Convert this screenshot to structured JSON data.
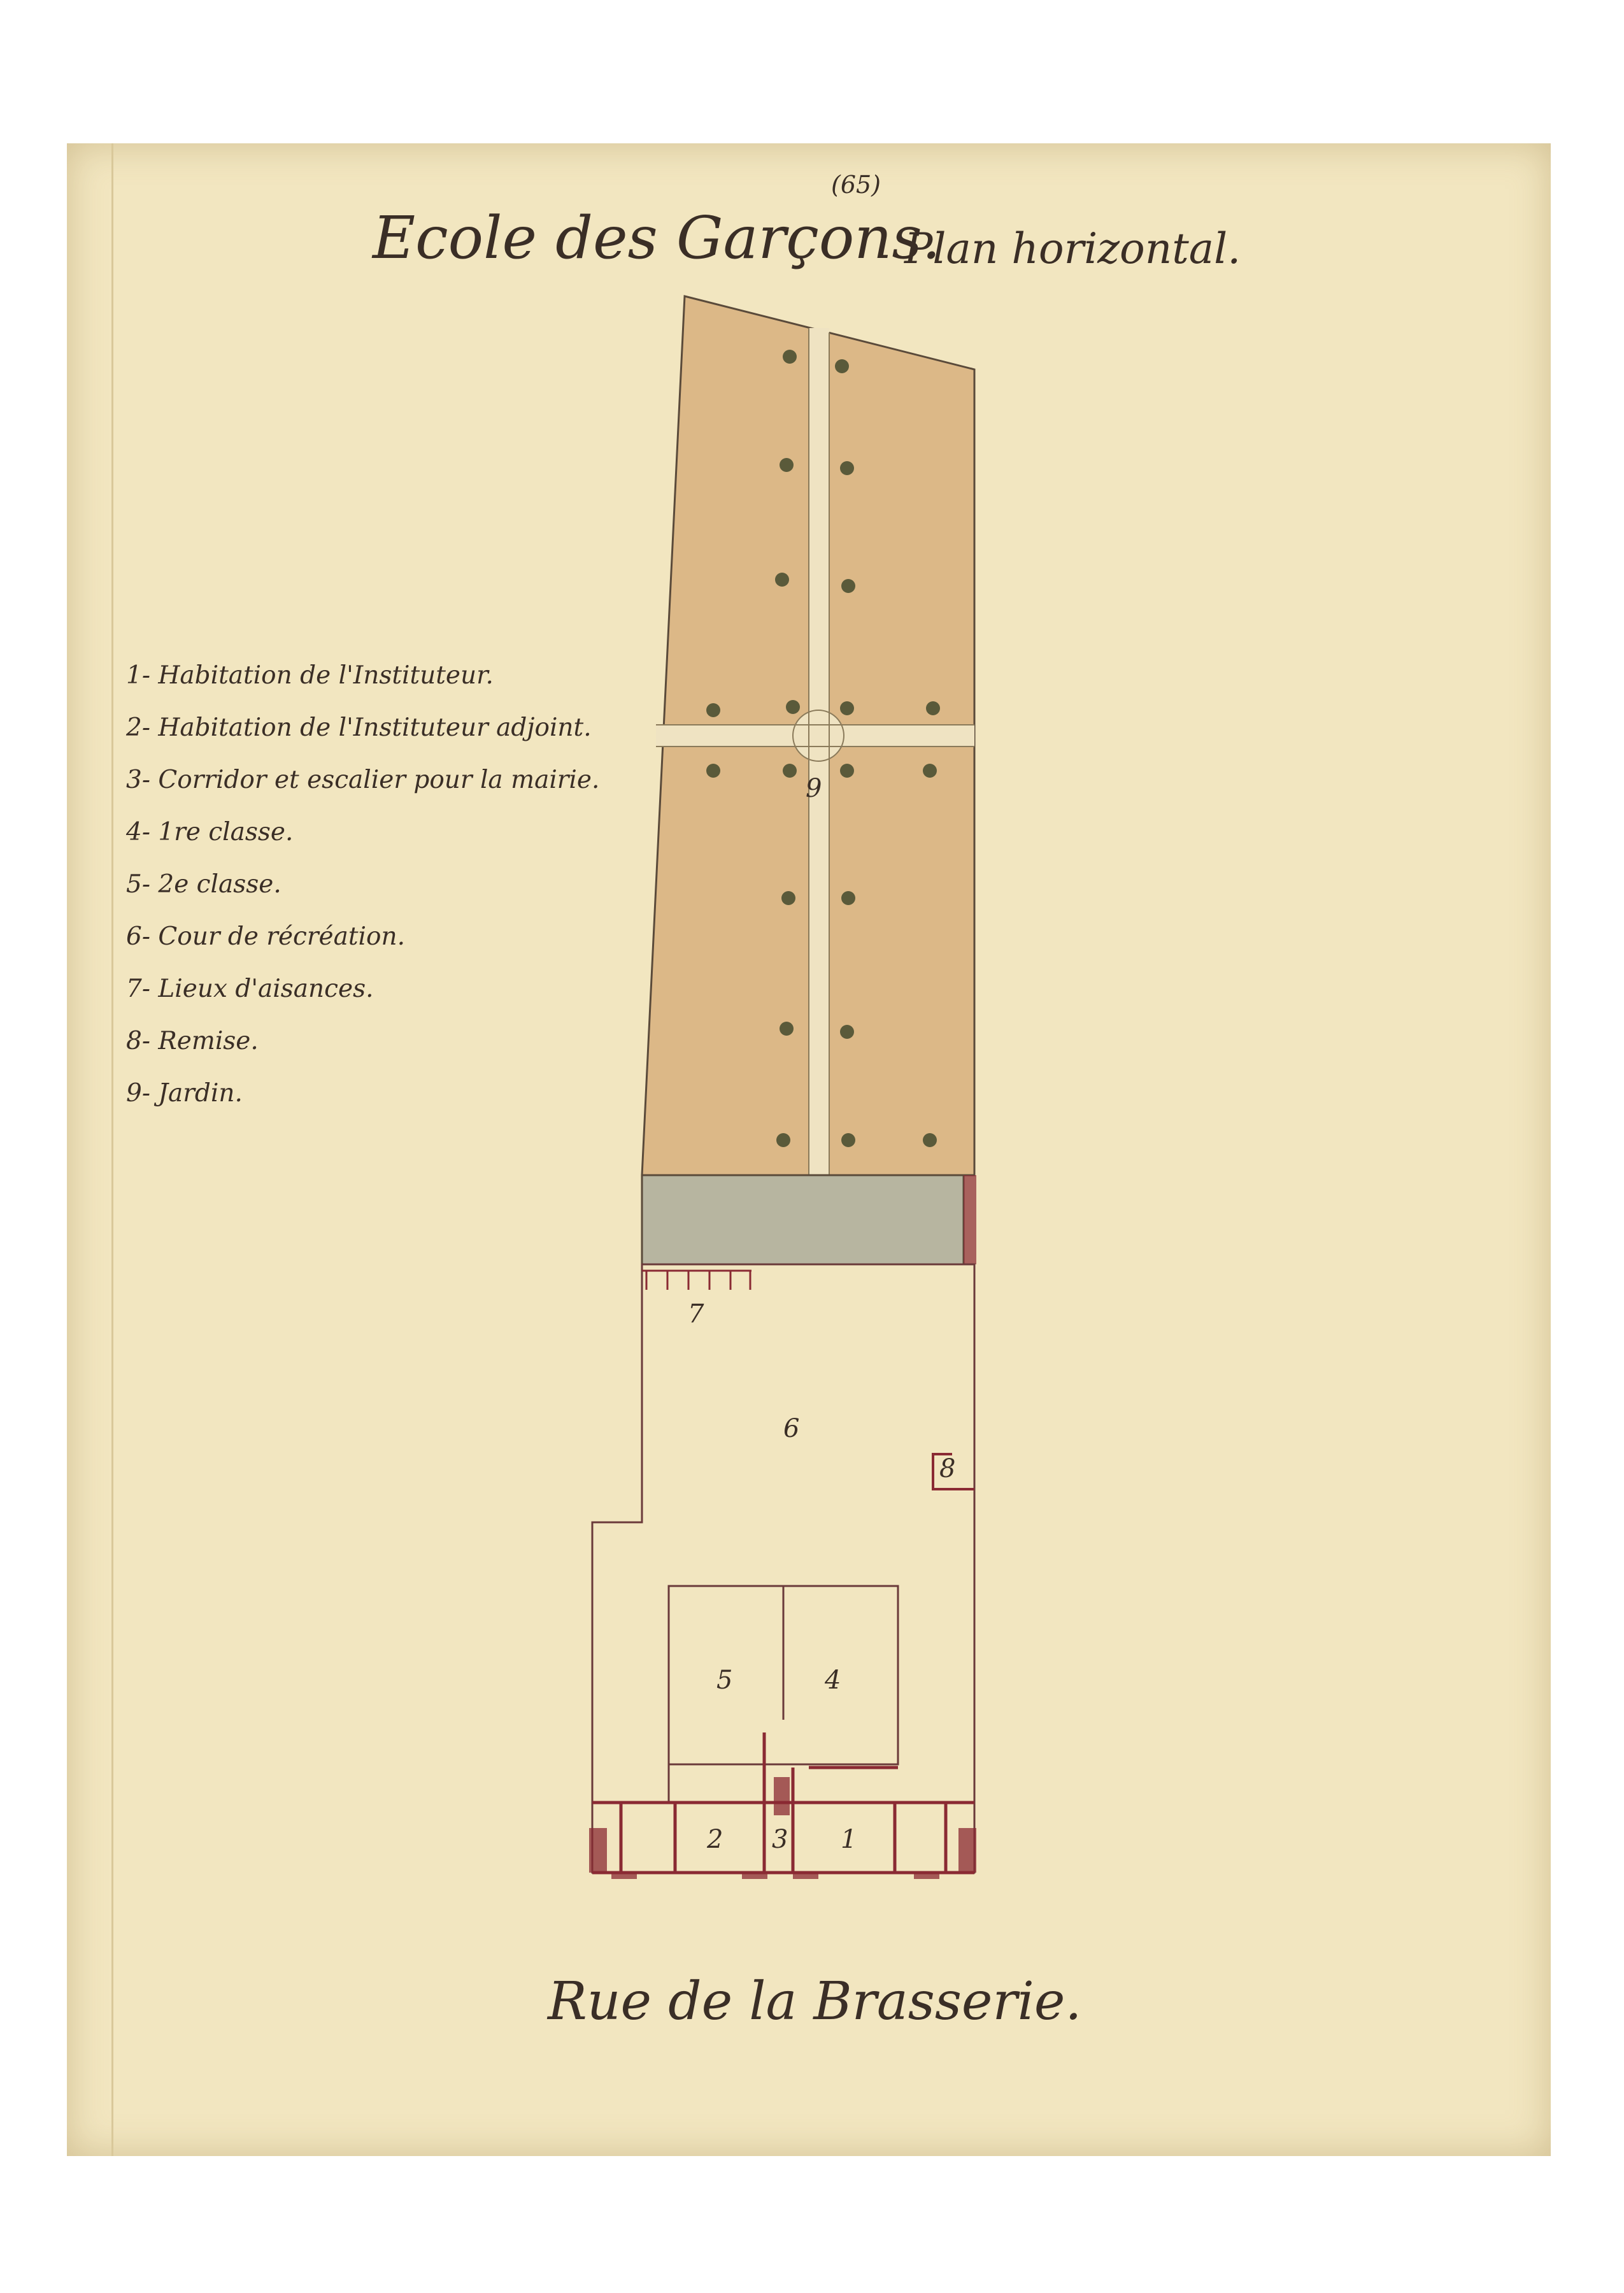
{
  "page_number": "(65)",
  "title": "Ecole des Garçons.",
  "subtitle": "Plan horizontal.",
  "legend": [
    "1- Habitation de l'Instituteur.",
    "2- Habitation de l'Instituteur adjoint.",
    "3- Corridor et escalier pour la mairie.",
    "4- 1re classe.",
    "5- 2e classe.",
    "6- Cour de récréation.",
    "7- Lieux d'aisances.",
    "8- Remise.",
    "9- Jardin."
  ],
  "room_numbers": {
    "n1": "1",
    "n2": "2",
    "n3": "3",
    "n4": "4",
    "n5": "5",
    "n6": "6",
    "n7": "7",
    "n8": "8",
    "n9": "9"
  },
  "street": "Rue de la Brasserie.",
  "colors": {
    "paper": "#f2e6c0",
    "garden": "#dcb887",
    "path": "#efe3c2",
    "gray_plot": "#b7b5a0",
    "walls": "#8a2a33",
    "ink": "#3a2e26",
    "trees": "#5a5a3a"
  }
}
